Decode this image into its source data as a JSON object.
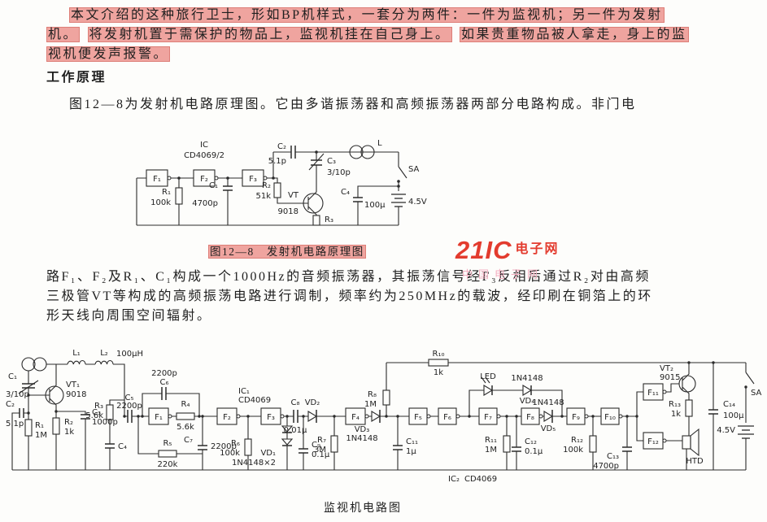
{
  "colors": {
    "highlight": "#efa49f",
    "watermark_red": "#e33b2e",
    "watermark_pink": "#f3afc0",
    "ink": "#1f1f1f"
  },
  "doc": {
    "p1_line1_seg1": "本文介绍的这种旅行卫士，形如BP机样式，一套分为两件：一件为监视机；另一件为发射",
    "p1_line2_seg1": "机。",
    "p1_line2_seg2": "将发射机置于需保护的物品上，监视机挂在自己身上。",
    "p1_line2_seg3": "如果贵重物品被人拿走，身上的监",
    "p1_line3_seg1": "视机便发声报警。",
    "heading": "工作原理",
    "p2": "图12—8为发射机电路原理图。它由多谐振荡器和高频振荡器两部分电路构成。非门电",
    "fig1_caption": "图12—8　发射机电路原理图",
    "p3_line1": "路F₁、F₂及R₁、C₁构成一个1000Hz的音频振荡器，其振荡信号经F₃反相后通过R₂对由高频",
    "p3_line2": "三极管VT等构成的高频振荡电路进行调制，频率约为250MHz的载波，经印刷在铜箔上的环",
    "p3_line3": "形天线向周围空间辐射。",
    "fig2_caption": "监视机电路图"
  },
  "watermark": {
    "main": "21IC",
    "suffix": "电子网",
    "sub": "中国电子网"
  },
  "circuit1": {
    "ic": "IC",
    "icv": "CD4069/2",
    "f1": "F₁",
    "f2": "F₂",
    "f3": "F₃",
    "r1": "R₁",
    "r1v": "100k",
    "c1": "C₁",
    "c1v": "4700p",
    "c2": "C₂",
    "c2v": "5.1p",
    "c3": "C₃",
    "c3v": "3/10p",
    "l": "L",
    "r2": "R₂",
    "r2v": "51k",
    "vt": "VT",
    "vtv": "9018",
    "r3": "R₃",
    "c4": "C₄",
    "c4v": "100μ",
    "sa": "SA",
    "bat": "4.5V"
  },
  "circuit2": {
    "l1": "L₁",
    "l2": "L₂",
    "l2v": "100μH",
    "c1": "C₁",
    "c1v": "3/10p",
    "c2": "C₂",
    "c2v": "5.1p",
    "vt1": "VT₁",
    "vt1v": "9018",
    "c3": "C₃",
    "c3v": "1000p",
    "r1": "R₁",
    "r1v": "1M",
    "r2": "R₂",
    "r2v": "1k",
    "r3": "R₃",
    "r3v": "5.6k",
    "c4": "C₄",
    "c5": "C₅",
    "c5v": "2200p",
    "c6": "C₆",
    "c6v": "2200p",
    "f1": "F₁",
    "r4": "R₄",
    "r4v": "5.6k",
    "r5": "R₅",
    "r5v": "220k",
    "c7": "C₇",
    "c7v": "2200p",
    "ic1": "IC₁",
    "ic1v": "CD4069",
    "f2": "F₂",
    "f3": "F₃",
    "r6": "R₆",
    "r6v": "100k",
    "c8": "C₈",
    "c8v": "0.01μ",
    "vd2": "VD₂",
    "vd1": "VD₁",
    "vd1v": "1N4148×2",
    "r7": "R₇",
    "r7v": "3M",
    "c9": "C₉",
    "c9v": "0.1μ",
    "f4": "F₄",
    "vd3": "VD₃",
    "vd3v": "1N4148",
    "r8": "R₈",
    "r8v": "1M",
    "c11": "C₁₁",
    "c11v": "1μ",
    "f5": "F₅",
    "f6": "F₆",
    "led": "LED",
    "vd4": "VD₄",
    "vd4v": "1N4148",
    "f7": "F₇",
    "r11": "R₁₁",
    "r11v": "1M",
    "c12": "C₁₂",
    "c12v": "0.1μ",
    "f8": "F₈",
    "vd5": "VD₅",
    "vd5v": "1N4148",
    "f9": "F₉",
    "f10": "F₁₀",
    "r12": "R₁₂",
    "r12v": "100k",
    "c13": "C₁₃",
    "c13v": "4700p",
    "r10": "R₁₀",
    "r10v": "1k",
    "ic2": "IC₂",
    "ic2v": "CD4069",
    "f11": "F₁₁",
    "f12": "F₁₂",
    "vt2": "VT₂",
    "vt2v": "9015",
    "r13": "R₁₃",
    "r13v": "1k",
    "c14": "C₁₄",
    "c14v": "100μ",
    "sa": "SA",
    "bat": "4.5V",
    "htd": "HTD"
  }
}
